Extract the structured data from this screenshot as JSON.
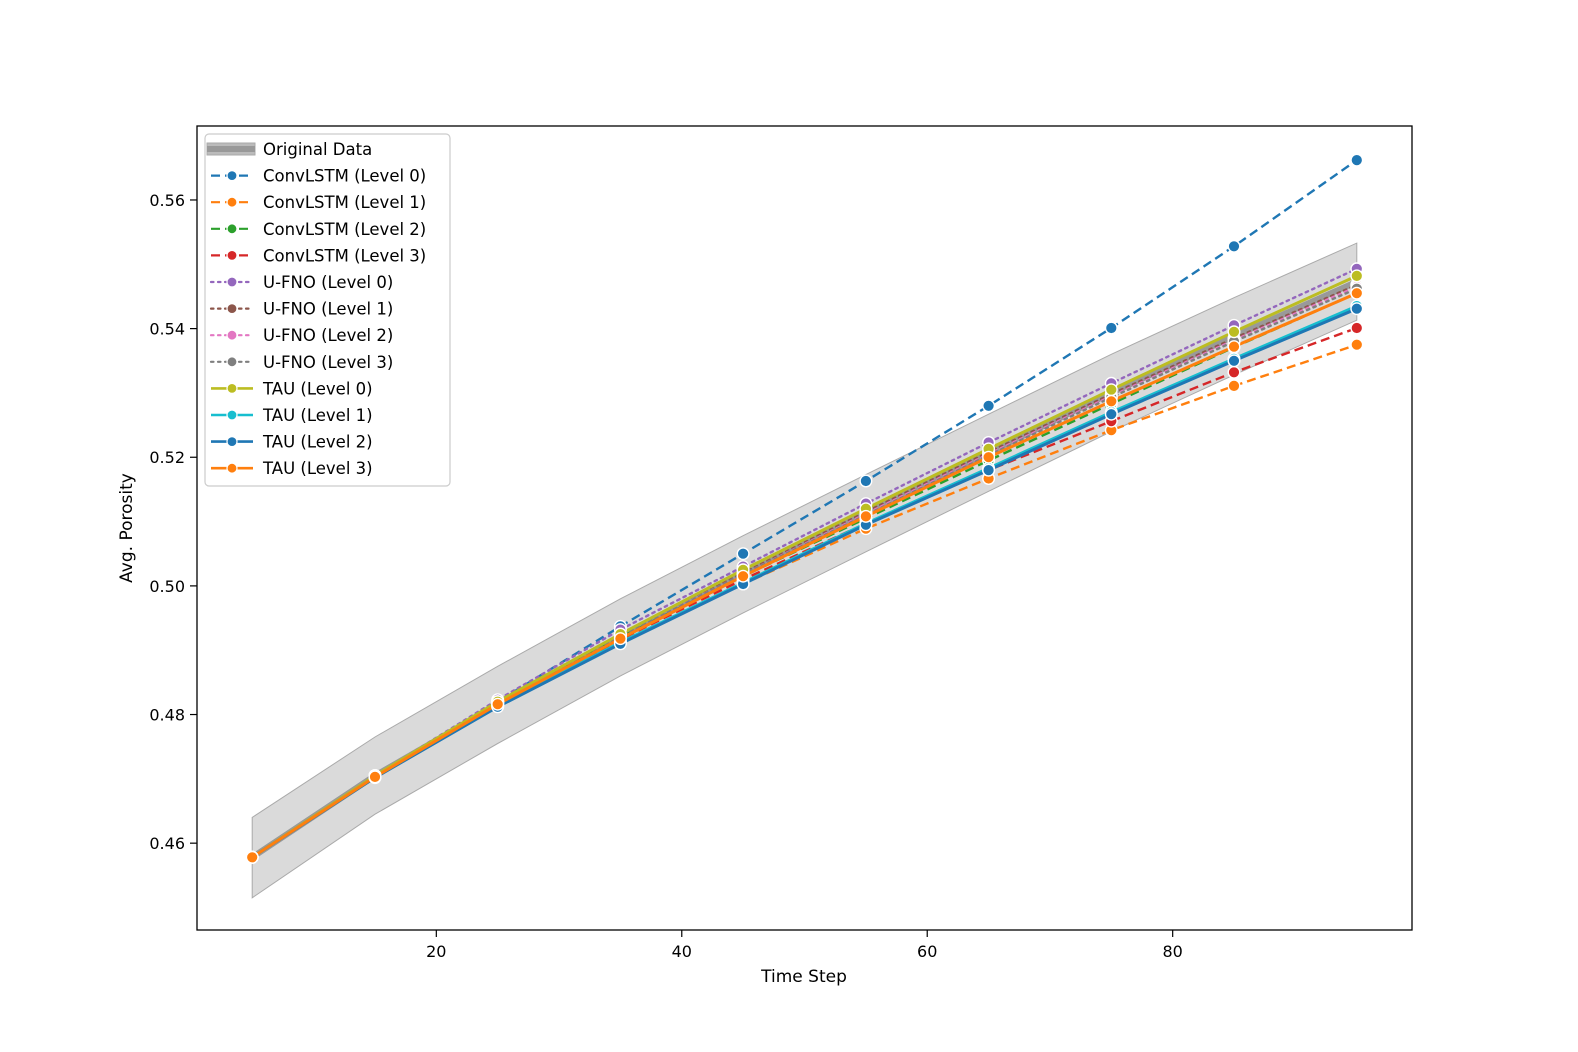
{
  "chart_data": {
    "type": "line",
    "xlabel": "Time Step",
    "ylabel": "Avg. Porosity",
    "xlim": [
      0.5,
      99.5
    ],
    "ylim": [
      0.4465,
      0.5715
    ],
    "xticks": [
      20,
      40,
      60,
      80
    ],
    "yticks": [
      0.46,
      0.48,
      0.5,
      0.52,
      0.54,
      0.56
    ],
    "xtick_labels": [
      "20",
      "40",
      "60",
      "80"
    ],
    "ytick_labels": [
      "0.46",
      "0.48",
      "0.50",
      "0.52",
      "0.54",
      "0.56"
    ],
    "grid": false,
    "legend_position": "upper-left",
    "x": [
      5,
      15,
      25,
      35,
      45,
      55,
      65,
      75,
      85,
      95
    ],
    "band": {
      "name": "Original Data",
      "color": "#999999",
      "mean": [
        0.4578,
        0.4705,
        0.4815,
        0.492,
        0.5018,
        0.5113,
        0.5207,
        0.53,
        0.5388,
        0.5473
      ],
      "lower": [
        0.4515,
        0.4645,
        0.4755,
        0.486,
        0.4958,
        0.5053,
        0.5147,
        0.524,
        0.5328,
        0.5413
      ],
      "upper": [
        0.464,
        0.4765,
        0.4875,
        0.498,
        0.5078,
        0.5173,
        0.5267,
        0.536,
        0.5448,
        0.5533
      ]
    },
    "series": [
      {
        "name": "ConvLSTM (Level 0)",
        "color": "#1f77b4",
        "style": "dashed",
        "values": [
          0.4578,
          0.4703,
          0.482,
          0.4937,
          0.505,
          0.5163,
          0.528,
          0.5401,
          0.5528,
          0.5662
        ]
      },
      {
        "name": "ConvLSTM (Level 1)",
        "color": "#ff7f0e",
        "style": "dashed",
        "values": [
          0.4578,
          0.4703,
          0.4815,
          0.4913,
          0.5003,
          0.5089,
          0.5167,
          0.5242,
          0.5311,
          0.5375
        ]
      },
      {
        "name": "ConvLSTM (Level 2)",
        "color": "#2ca02c",
        "style": "dashed",
        "values": [
          0.4578,
          0.4703,
          0.4817,
          0.492,
          0.5015,
          0.5105,
          0.5195,
          0.5283,
          0.5371,
          0.5455
        ]
      },
      {
        "name": "ConvLSTM (Level 3)",
        "color": "#d62728",
        "style": "dashed",
        "values": [
          0.4578,
          0.4703,
          0.4815,
          0.4917,
          0.501,
          0.5097,
          0.518,
          0.5256,
          0.5332,
          0.5401
        ]
      },
      {
        "name": "U-FNO (Level 0)",
        "color": "#9467bd",
        "style": "dotted",
        "values": [
          0.4578,
          0.4705,
          0.4823,
          0.4932,
          0.503,
          0.5128,
          0.5223,
          0.5315,
          0.5405,
          0.5493
        ]
      },
      {
        "name": "U-FNO (Level 1)",
        "color": "#8c564b",
        "style": "dotted",
        "values": [
          0.4578,
          0.4705,
          0.482,
          0.4925,
          0.502,
          0.5115,
          0.5208,
          0.5298,
          0.5385,
          0.5468
        ]
      },
      {
        "name": "U-FNO (Level 2)",
        "color": "#e377c2",
        "style": "dotted",
        "values": [
          0.4578,
          0.4705,
          0.482,
          0.4923,
          0.5018,
          0.5112,
          0.5205,
          0.5295,
          0.5382,
          0.5465
        ]
      },
      {
        "name": "U-FNO (Level 3)",
        "color": "#7f7f7f",
        "style": "dotted",
        "values": [
          0.4578,
          0.4705,
          0.4818,
          0.4922,
          0.5018,
          0.511,
          0.5203,
          0.5293,
          0.538,
          0.5462
        ]
      },
      {
        "name": "TAU (Level 0)",
        "color": "#bcbd22",
        "style": "solid",
        "values": [
          0.4578,
          0.4705,
          0.482,
          0.4925,
          0.5025,
          0.512,
          0.5213,
          0.5305,
          0.5395,
          0.5482
        ]
      },
      {
        "name": "TAU (Level 1)",
        "color": "#17becf",
        "style": "solid",
        "values": [
          0.4578,
          0.4703,
          0.4813,
          0.4912,
          0.5005,
          0.5097,
          0.5183,
          0.527,
          0.5353,
          0.5435
        ]
      },
      {
        "name": "TAU (Level 2)",
        "color": "#1f77b4",
        "style": "solid",
        "values": [
          0.4578,
          0.4702,
          0.4812,
          0.491,
          0.5003,
          0.5095,
          0.518,
          0.5267,
          0.535,
          0.5431
        ]
      },
      {
        "name": "TAU (Level 3)",
        "color": "#ff7f0e",
        "style": "solid",
        "values": [
          0.4578,
          0.4703,
          0.4816,
          0.4918,
          0.5015,
          0.5108,
          0.52,
          0.5287,
          0.5372,
          0.5455
        ]
      }
    ]
  }
}
